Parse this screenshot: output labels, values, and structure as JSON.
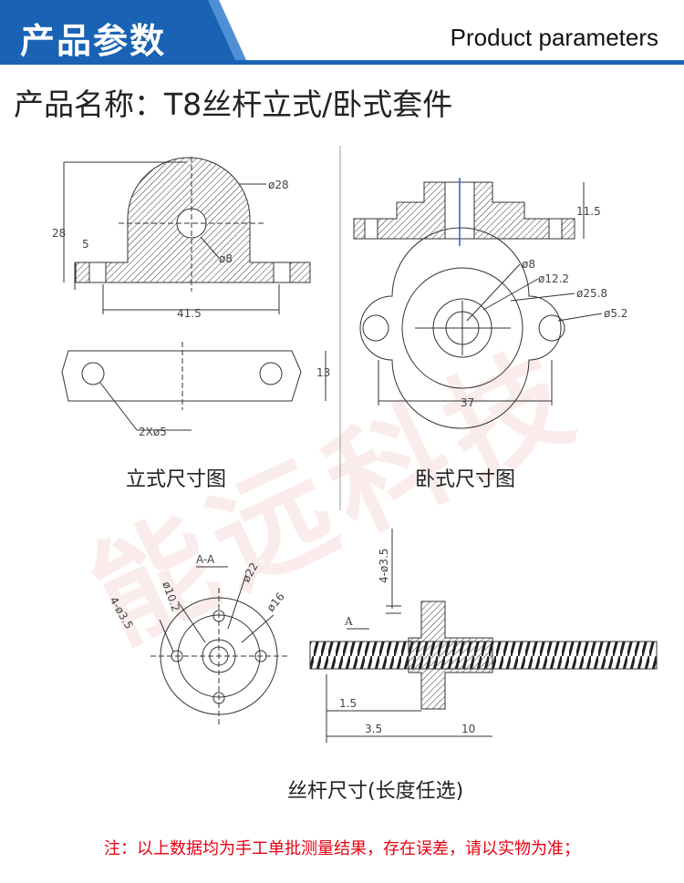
{
  "header": {
    "title_cn": "产品参数",
    "title_en": "Product parameters"
  },
  "product": {
    "name": "产品名称：T8丝杆立式/卧式套件"
  },
  "vertical": {
    "caption": "立式尺寸图",
    "dims": {
      "d28": "ø28",
      "h28": "28",
      "h5": "5",
      "d8": "ø8",
      "w41": "41.5",
      "h13": "13",
      "holes": "2Xø5"
    }
  },
  "horizontal": {
    "caption": "卧式尺寸图",
    "dims": {
      "h11": "11.5",
      "d8": "ø8",
      "d12": "ø12.2",
      "d25": "ø25.8",
      "d5": "ø5.2",
      "w37": "37"
    }
  },
  "screw": {
    "caption": "丝杆尺寸(长度任选)",
    "dims": {
      "aa": "A-A",
      "d22": "ø22",
      "d102": "ø10.2",
      "d16": "ø16",
      "d35": "4-ø3.5",
      "top35": "4-ø3.5",
      "a": "A",
      "w15": "1.5",
      "w35": "3.5",
      "w10": "10"
    }
  },
  "watermark": {
    "text": "能远科技"
  },
  "note": "注：以上数据均为手工单批测量结果，存在误差，请以实物为准；",
  "colors": {
    "header_blue": "#1a63b4",
    "header_line": "#1a63b4",
    "note_red": "#e60012"
  }
}
